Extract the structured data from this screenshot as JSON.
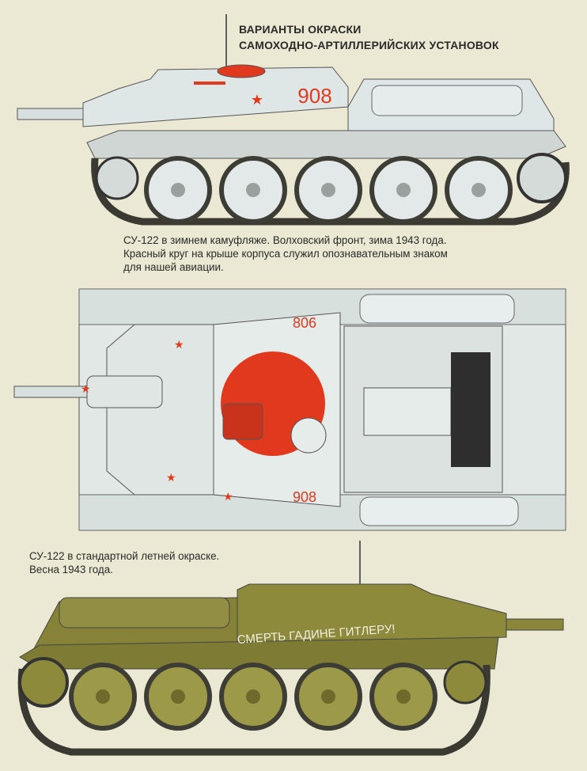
{
  "title": {
    "line1": "ВАРИАНТЫ ОКРАСКИ",
    "line2": "САМОХОДНО-АРТИЛЛЕРИЙСКИХ УСТАНОВОК"
  },
  "winter_side": {
    "caption": [
      "СУ-122 в зимнем камуфляже. Волховский фронт, зима 1943 года.",
      "Красный круг на крыше корпуса служил опознавательным знаком",
      "для нашей авиации."
    ],
    "hull_number": "908"
  },
  "winter_top": {
    "number_top": "806",
    "number_bottom": "908"
  },
  "summer_side": {
    "caption": [
      "СУ-122 в стандартной летней окраске.",
      "Весна 1943 года."
    ],
    "slogan": "СМЕРТЬ ГАДИНЕ ГИТЛЕРУ!"
  },
  "colors": {
    "paper": "#ebe8d3",
    "winter": "#dfe7e6",
    "summer": "#8d8a3c",
    "red": "#e0391d",
    "track": "#3a3a32"
  }
}
